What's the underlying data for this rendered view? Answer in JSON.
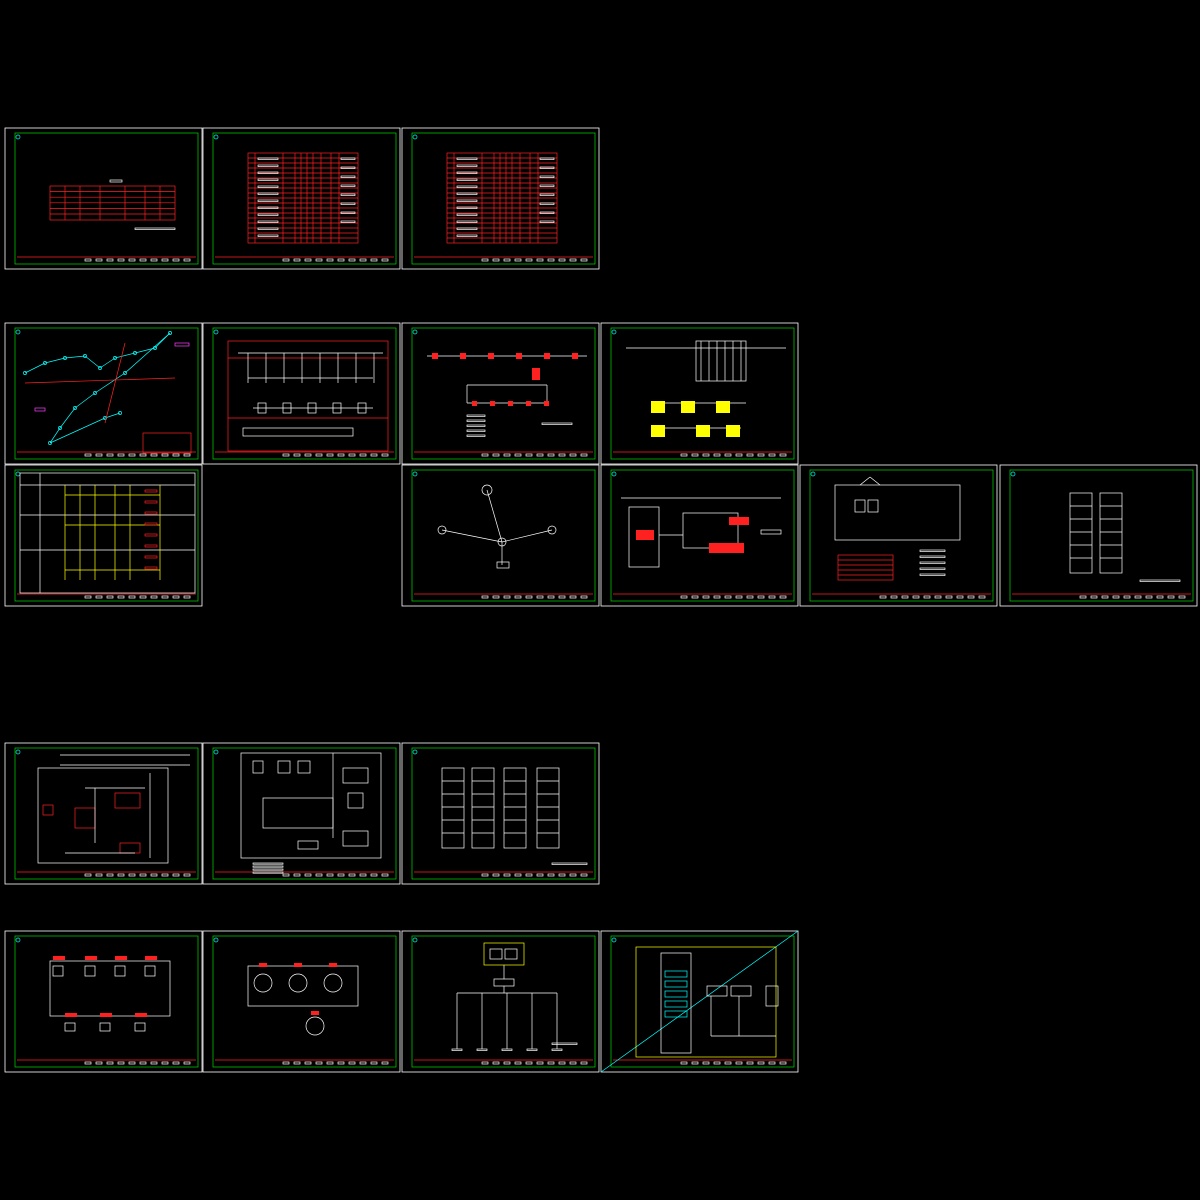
{
  "drawing_set": {
    "colors": {
      "background": "#000000",
      "sheet_outer_border": "#ffffff",
      "sheet_inner_border": "#00c000",
      "title_block_line": "#ff2020",
      "table_line": "#ff2020",
      "highlight_block": "#ffff00",
      "sheet_marker": "#00ffff",
      "annotation": "#ff40ff"
    },
    "sheets": [
      {
        "id": "s01",
        "kind": "table-small"
      },
      {
        "id": "s02",
        "kind": "table-large"
      },
      {
        "id": "s03",
        "kind": "table-large"
      },
      {
        "id": "s04",
        "kind": "network-map"
      },
      {
        "id": "s05",
        "kind": "single-line"
      },
      {
        "id": "s06",
        "kind": "wiring-red"
      },
      {
        "id": "s07",
        "kind": "yellow-blocks"
      },
      {
        "id": "s08",
        "kind": "schedule-grid"
      },
      {
        "id": "s09",
        "kind": "star-diagram"
      },
      {
        "id": "s10",
        "kind": "control-loop"
      },
      {
        "id": "s11",
        "kind": "plan-view"
      },
      {
        "id": "s12",
        "kind": "cabinets-2"
      },
      {
        "id": "s13",
        "kind": "room-wiring"
      },
      {
        "id": "s14",
        "kind": "layout-plan"
      },
      {
        "id": "s15",
        "kind": "cabinets-4"
      },
      {
        "id": "s16",
        "kind": "ring-units"
      },
      {
        "id": "s17",
        "kind": "ring-circles"
      },
      {
        "id": "s18",
        "kind": "tree"
      },
      {
        "id": "s19",
        "kind": "panel-detail"
      }
    ]
  }
}
